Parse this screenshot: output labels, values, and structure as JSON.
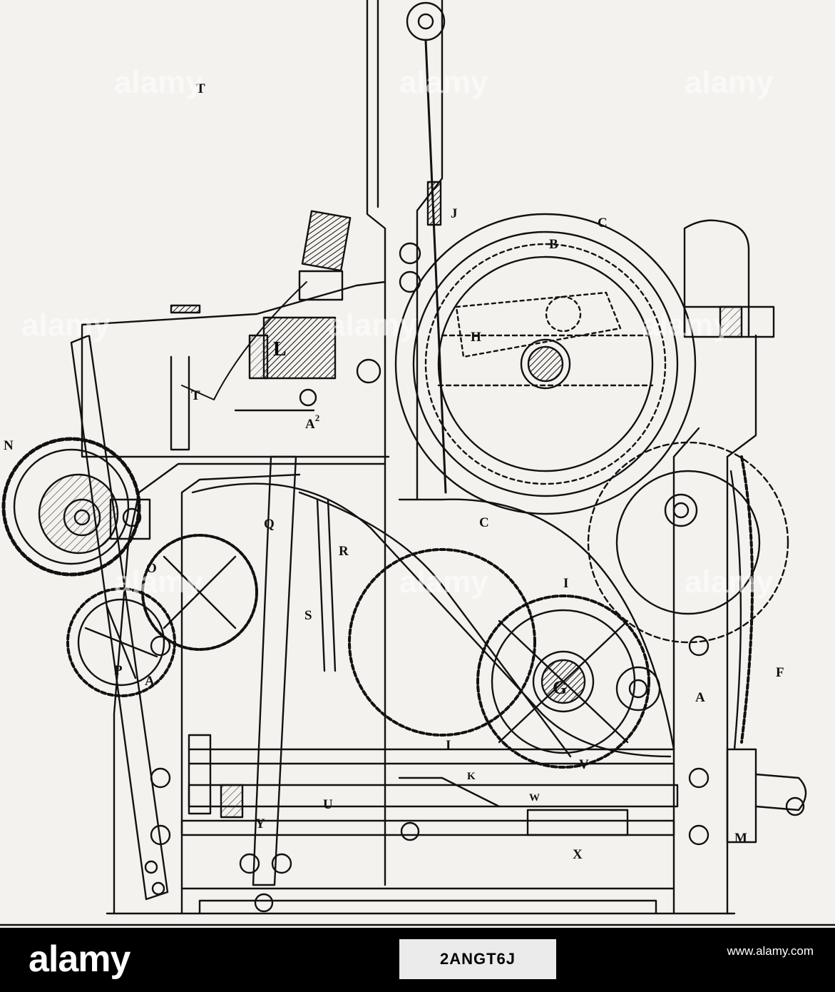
{
  "figure": {
    "labels": {
      "T_top": "T",
      "J": "J",
      "C_top": "C",
      "B": "B",
      "H": "H",
      "L": "L",
      "A2": "A",
      "A2_sup": "2",
      "T_mid": "T",
      "N": "N",
      "Q": "Q",
      "C_low": "C",
      "O": "O",
      "R": "R",
      "S": "S",
      "I_upper": "I",
      "P": "P",
      "A_left": "A",
      "G": "G",
      "A_right": "A",
      "F": "F",
      "I_lower": "I",
      "K": "K",
      "V": "V",
      "W": "W",
      "U": "U",
      "Y": "Y",
      "X": "X",
      "M": "M"
    },
    "colors": {
      "ink": "#111111",
      "paper": "#f4f2ee"
    }
  },
  "watermark": {
    "text": "alamy"
  },
  "footer": {
    "logo": "alamy",
    "stock_id": "2ANGT6J",
    "url": "www.alamy.com"
  }
}
